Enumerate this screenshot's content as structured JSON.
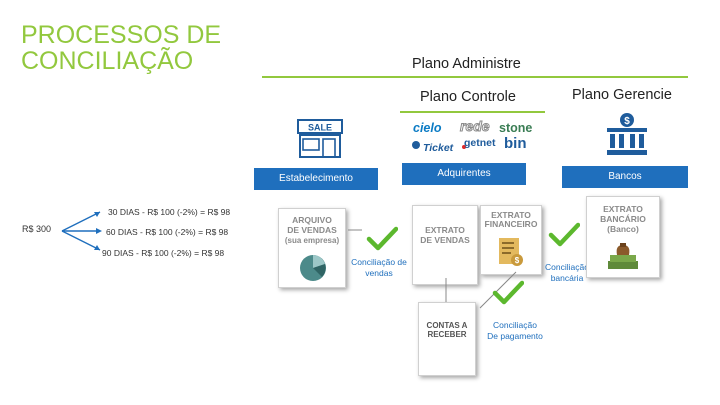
{
  "title": {
    "line1": "PROCESSOS DE",
    "line2": "CONCILIAÇÃO"
  },
  "plans": {
    "administre": "Plano Administre",
    "controle": "Plano Controle",
    "gerencie": "Plano Gerencie"
  },
  "bars": {
    "estabelecimento": "Estabelecimento",
    "adquirentes": "Adquirentes",
    "bancos": "Bancos"
  },
  "icons": {
    "store_sign": "SALE"
  },
  "logos": [
    "cielo",
    "rede",
    "stone",
    "Ticket",
    "getnet",
    "bin"
  ],
  "installments": {
    "total": "R$ 300",
    "lines": [
      "30 DIAS - R$ 100 (-2%) = R$ 98",
      "60 DIAS - R$ 100 (-2%) = R$ 98",
      "90 DIAS - R$ 100 (-2%) = R$ 98"
    ]
  },
  "docs": {
    "arquivo_vendas": {
      "l1": "ARQUIVO",
      "l2": "DE VENDAS",
      "l3": "(sua empresa)"
    },
    "extrato_vendas": {
      "l1": "EXTRATO",
      "l2": "DE VENDAS"
    },
    "extrato_financeiro": {
      "l1": "EXTRATO",
      "l2": "FINANCEIRO"
    },
    "extrato_bancario": {
      "l1": "EXTRATO",
      "l2": "BANCÁRIO",
      "l3": "(Banco)"
    },
    "contas_receber": {
      "l1": "CONTAS A",
      "l2": "RECEBER"
    }
  },
  "conciliations": {
    "vendas": {
      "l1": "Conciliação de",
      "l2": "vendas"
    },
    "bancaria": {
      "l1": "Conciliação",
      "l2": "bancária"
    },
    "pagamento": {
      "l1": "Conciliação",
      "l2": "De pagamento"
    }
  },
  "colors": {
    "accent_green": "#92c83e",
    "bar_blue": "#1f6fbd",
    "icon_blue": "#1f5c9c",
    "check_green": "#5cb82e"
  }
}
